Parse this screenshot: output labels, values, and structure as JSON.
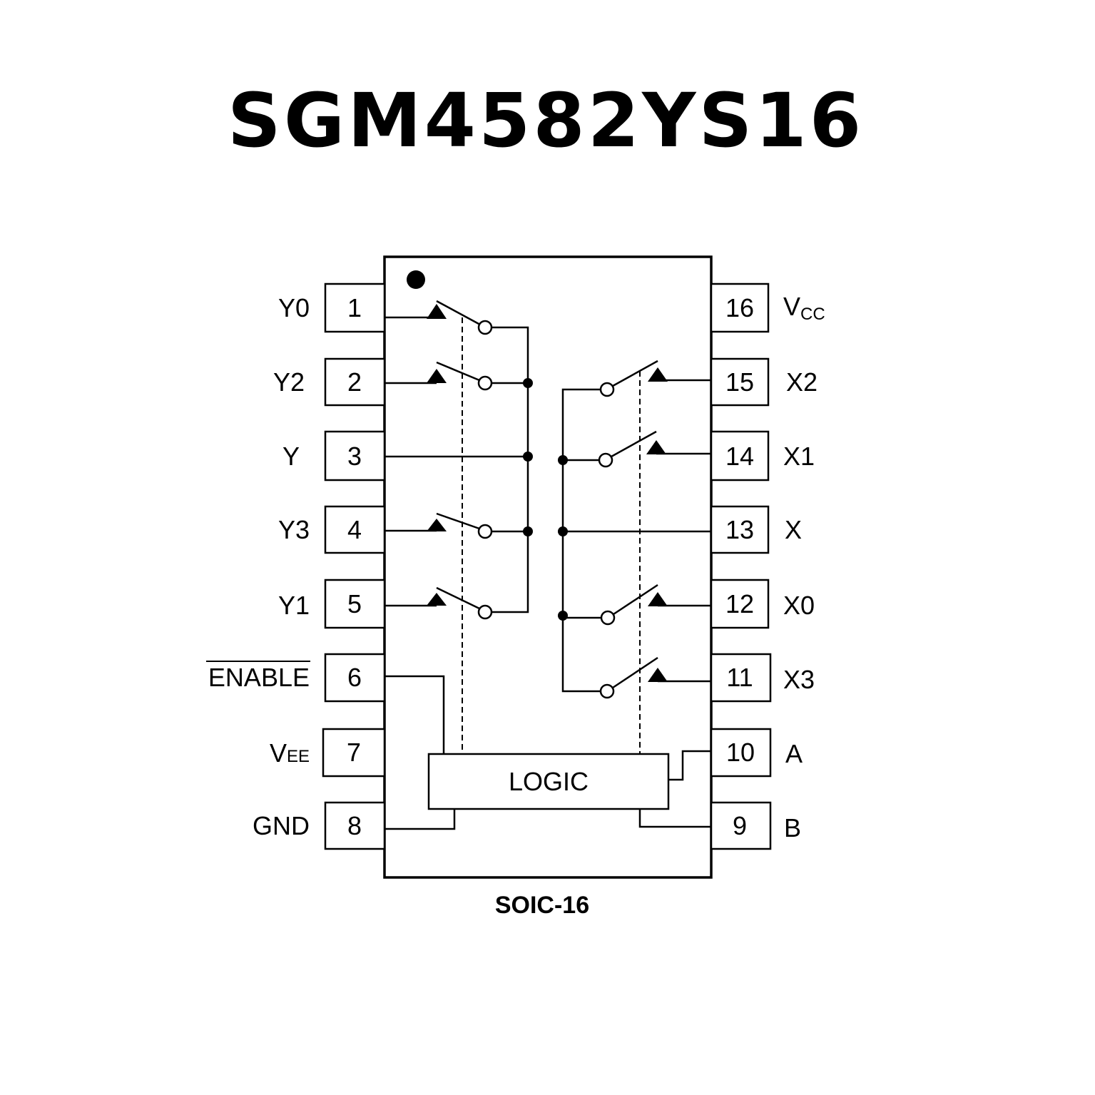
{
  "title": "SGM4582YS16",
  "package": "SOIC-16",
  "logic_label": "LOGIC",
  "left_pins": [
    {
      "num": "1",
      "name": "Y0"
    },
    {
      "num": "2",
      "name": "Y2"
    },
    {
      "num": "3",
      "name": "Y"
    },
    {
      "num": "4",
      "name": "Y3"
    },
    {
      "num": "5",
      "name": "Y1"
    },
    {
      "num": "6",
      "name": "ENABLE"
    },
    {
      "num": "7",
      "name": "V",
      "sub": "EE"
    },
    {
      "num": "8",
      "name": "GND"
    }
  ],
  "right_pins": [
    {
      "num": "16",
      "name": "V",
      "sub": "CC"
    },
    {
      "num": "15",
      "name": "X2"
    },
    {
      "num": "14",
      "name": "X1"
    },
    {
      "num": "13",
      "name": "X"
    },
    {
      "num": "12",
      "name": "X0"
    },
    {
      "num": "11",
      "name": "X3"
    },
    {
      "num": "10",
      "name": "A"
    },
    {
      "num": "9",
      "name": "B"
    }
  ]
}
